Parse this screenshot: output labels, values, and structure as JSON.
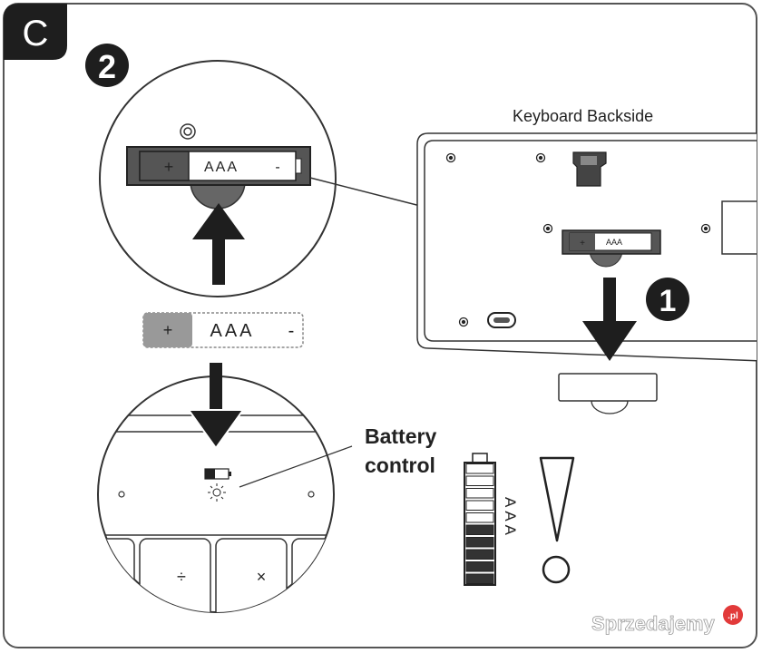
{
  "section_letter": "C",
  "step_two": "2",
  "step_one": "1",
  "backside_title": "Keyboard Backside",
  "battery_large": {
    "plus": "+",
    "type": "AAA",
    "minus": "-"
  },
  "battery_loose": {
    "plus": "+",
    "type": "AAA",
    "minus": "-"
  },
  "battery_small": {
    "plus": "+",
    "type": "AAA"
  },
  "battery_control_line1": "Battery",
  "battery_control_line2": "control",
  "gauge_type": "AAA",
  "gauge_level": 0.5,
  "key_divide": "÷",
  "key_multiply": "×",
  "watermark": "Sprzedajemy",
  "watermark_suffix": ".pl"
}
